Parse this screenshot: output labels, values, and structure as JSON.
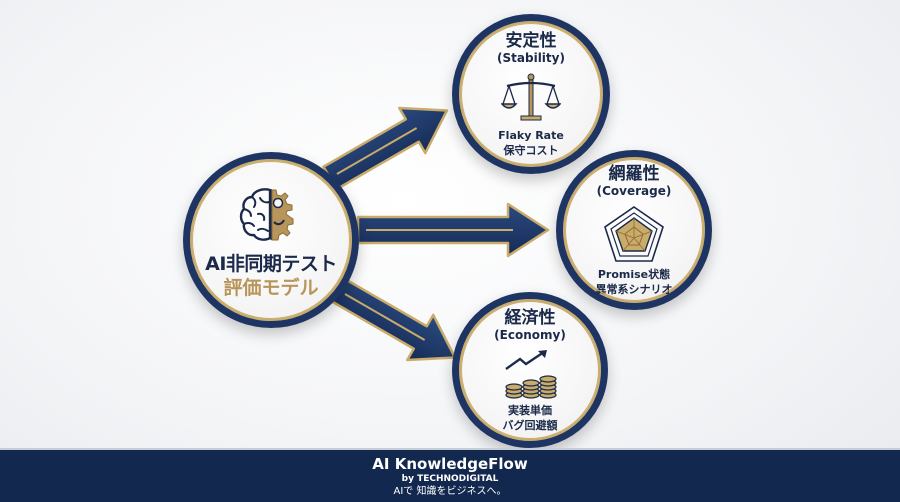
{
  "center": {
    "icon": "brain-gear-icon",
    "title_line1": "AI非同期テスト",
    "title_line2": "評価モデル"
  },
  "nodes": [
    {
      "title_jp": "安定性",
      "title_en": "(Stability)",
      "icon": "balance-scale-icon",
      "items": [
        "Flaky Rate",
        "保守コスト"
      ]
    },
    {
      "title_jp": "網羅性",
      "title_en": "(Coverage)",
      "icon": "radar-chart-icon",
      "items": [
        "Promise状態",
        "異常系シナリオ"
      ]
    },
    {
      "title_jp": "経済性",
      "title_en": "(Economy)",
      "icon": "coins-growth-icon",
      "items": [
        "実装単価",
        "バグ回避額"
      ]
    }
  ],
  "footer": {
    "brand": "AI KnowledgeFlow",
    "by": "by TECHNODIGITAL",
    "tagline": "AIで 知識をビジネスへ。"
  },
  "colors": {
    "navy": "#1e3563",
    "gold": "#c9ab6a",
    "text_dark": "#1b2a4a",
    "footer_bg": "#13284f"
  }
}
